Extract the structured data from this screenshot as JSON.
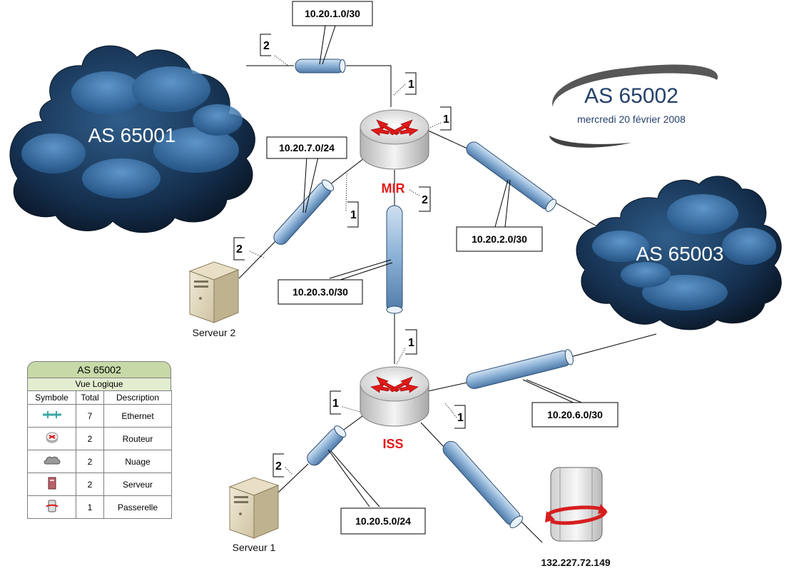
{
  "clouds": [
    {
      "id": "as65001",
      "label": "AS 65001"
    },
    {
      "id": "as65003",
      "label": "AS 65003"
    }
  ],
  "title": {
    "as": "AS 65002",
    "date": "mercredi 20 février 2008"
  },
  "routers": [
    {
      "id": "mir",
      "label": "MIR"
    },
    {
      "id": "iss",
      "label": "ISS"
    }
  ],
  "servers": [
    {
      "id": "serveur2",
      "label": "Serveur 2"
    },
    {
      "id": "serveur1",
      "label": "Serveur 1"
    }
  ],
  "gateway": {
    "label": "132.227.72.149"
  },
  "subnets": {
    "n1": "10.20.1.0/30",
    "n2": "10.20.2.0/30",
    "n3": "10.20.3.0/30",
    "n5": "10.20.5.0/24",
    "n6": "10.20.6.0/30",
    "n7": "10.20.7.0/24"
  },
  "ports": {
    "p_n1_cloud": "2",
    "p_n1_mir": "1",
    "p_mir_n2": "1",
    "p_mir_n7": "1",
    "p_mir_n3": "2",
    "p_srv2": "2",
    "p_iss_n3": "1",
    "p_iss_n5": "1",
    "p_iss_gw": "1",
    "p_srv1": "2"
  },
  "legend": {
    "title": "AS 65002",
    "subtitle": "Vue Logique",
    "headers": [
      "Symbole",
      "Total",
      "Description"
    ],
    "rows": [
      {
        "icon": "ethernet-icon",
        "total": "7",
        "description": "Ethernet"
      },
      {
        "icon": "router-icon",
        "total": "2",
        "description": "Routeur"
      },
      {
        "icon": "cloud-icon",
        "total": "2",
        "description": "Nuage"
      },
      {
        "icon": "server-icon",
        "total": "2",
        "description": "Serveur"
      },
      {
        "icon": "gateway-icon",
        "total": "1",
        "description": "Passerelle"
      }
    ]
  },
  "colors": {
    "cloud_dark": "#0b1a2c",
    "cloud_light": "#4d8cc9",
    "pipe": "#8fb4d8",
    "router_arrows": "#e01a1a",
    "label_red": "#e01a1a",
    "title_blue": "#23406b",
    "legend_head": "#c8d9a8"
  }
}
